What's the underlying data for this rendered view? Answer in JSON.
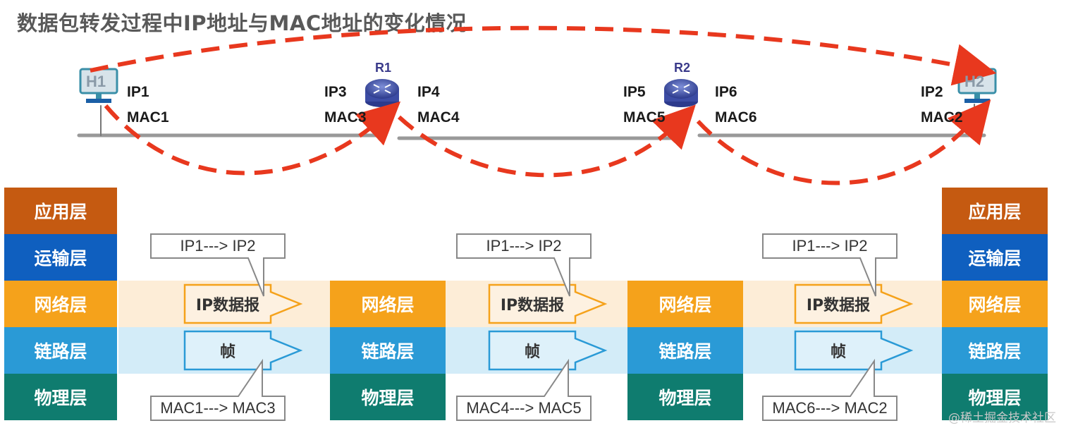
{
  "title": "数据包转发过程中IP地址与MAC地址的变化情况",
  "hosts": {
    "h1": {
      "label": "H1",
      "ip": "IP1",
      "mac": "MAC1"
    },
    "h2": {
      "label": "H2",
      "ip": "IP2",
      "mac": "MAC2"
    }
  },
  "routers": {
    "r1": {
      "label": "R1",
      "left_ip": "IP3",
      "left_mac": "MAC3",
      "right_ip": "IP4",
      "right_mac": "MAC4"
    },
    "r2": {
      "label": "R2",
      "left_ip": "IP5",
      "left_mac": "MAC5",
      "right_ip": "IP6",
      "right_mac": "MAC6"
    }
  },
  "layers": {
    "application": "应用层",
    "transport": "运输层",
    "network": "网络层",
    "link": "链路层",
    "physical": "物理层"
  },
  "segments": [
    {
      "ip_label": "IP1---> IP2",
      "packet": "IP数据报",
      "frame": "帧",
      "mac_label": "MAC1---> MAC3"
    },
    {
      "ip_label": "IP1---> IP2",
      "packet": "IP数据报",
      "frame": "帧",
      "mac_label": "MAC4---> MAC5"
    },
    {
      "ip_label": "IP1---> IP2",
      "packet": "IP数据报",
      "frame": "帧",
      "mac_label": "MAC6---> MAC2"
    }
  ],
  "watermark": "@稀土掘金技术社区",
  "colors": {
    "application": "#c55a11",
    "transport": "#0f5fbf",
    "network": "#f5a21b",
    "link": "#2a9ad6",
    "physical": "#0f7c6f",
    "dashed_arrow": "#e8381e"
  }
}
